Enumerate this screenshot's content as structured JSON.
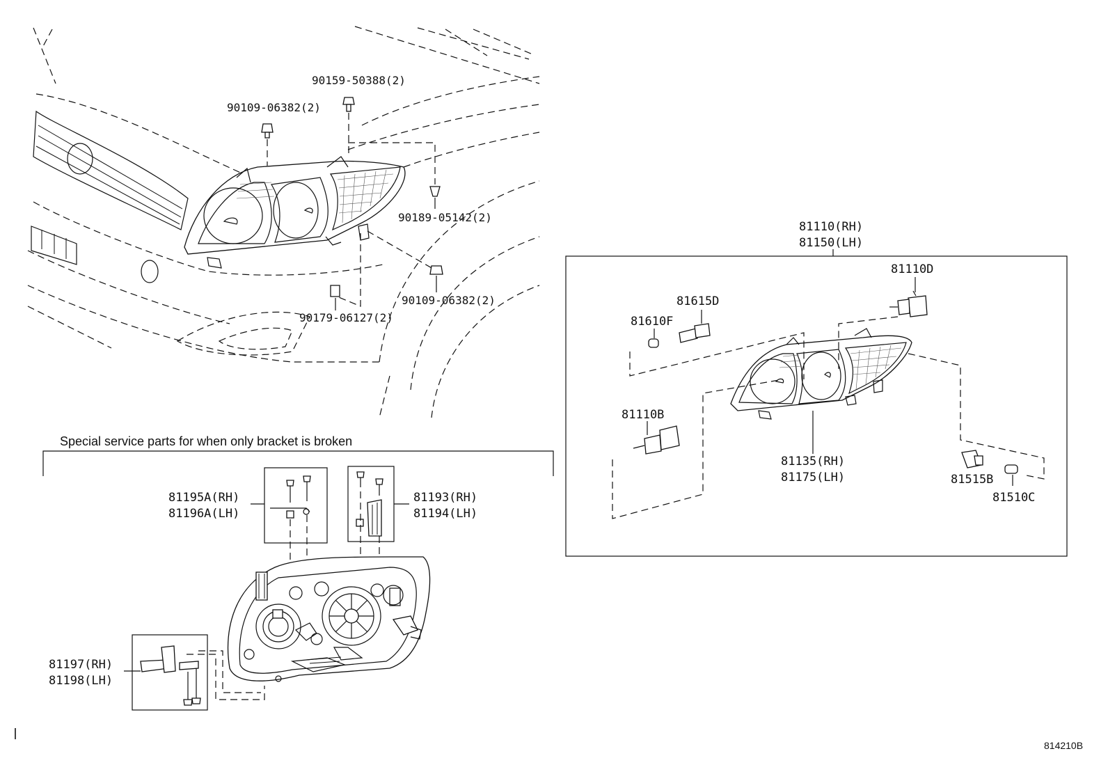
{
  "top_labels": {
    "bolt_a": "90109-06382(2)",
    "bolt_b": "90159-50388(2)",
    "clip": "90189-05142(2)",
    "bolt_c": "90109-06382(2)",
    "nut": "90179-06127(2)"
  },
  "special_service": {
    "caption": "Special service parts for when only bracket is broken",
    "bracket_top_rh": "81195A(RH)",
    "bracket_top_lh": "81196A(LH)",
    "bracket_side_rh": "81193(RH)",
    "bracket_side_lh": "81194(LH)",
    "bracket_bottom_rh": "81197(RH)",
    "bracket_bottom_lh": "81198(LH)"
  },
  "assembly": {
    "assy_rh": "81110(RH)",
    "assy_lh": "81150(LH)",
    "bulb_d": "81110D",
    "socket_d": "81615D",
    "bulb_f": "81610F",
    "bulb_b": "81110B",
    "unit_rh": "81135(RH)",
    "unit_lh": "81175(LH)",
    "socket_b": "81515B",
    "bulb_c": "81510C"
  },
  "diagram_ref": "814210B"
}
